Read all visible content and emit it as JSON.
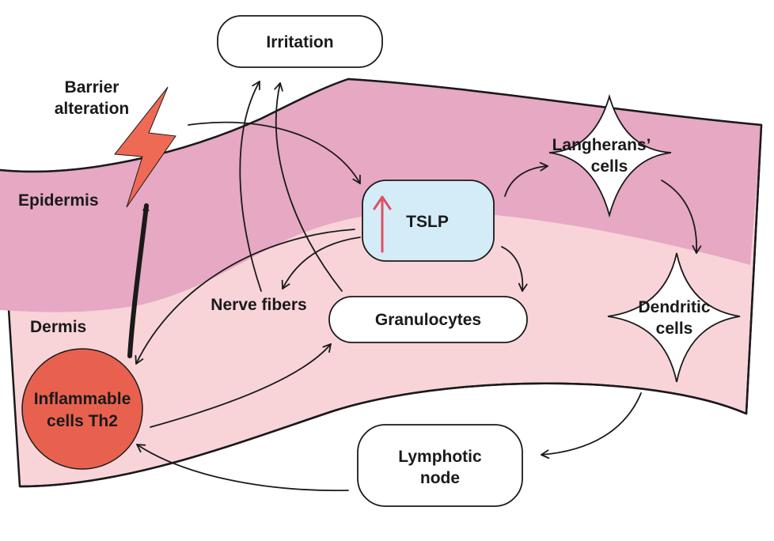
{
  "labels": {
    "irritation": "Irritation",
    "barrier_line1": "Barrier",
    "barrier_line2": "alteration",
    "epidermis": "Epidermis",
    "dermis": "Dermis",
    "tslp": "TSLP",
    "langherans_line1": "Langherans’",
    "langherans_line2": "cells",
    "nerve_fibers": "Nerve fibers",
    "granulocytes": "Granulocytes",
    "dendritic_line1": "Dendritic",
    "dendritic_line2": "cells",
    "inflammable_line1": "Inflammable",
    "inflammable_line2": "cells Th2",
    "lymphotic_line1": "Lymphotic",
    "lymphotic_line2": "node"
  },
  "colors": {
    "epidermis": "#e6a8c3",
    "dermis": "#f8d4d8",
    "tslp_box": "#d4ecf8",
    "tslp_up_arrow": "#e05060",
    "lightning": "#ef6a55",
    "inflammable_cell": "#e8614e",
    "outline": "#1a1a1a"
  },
  "icons": {
    "lightning": "lightning-bolt-icon",
    "up_arrow": "up-arrow-icon"
  }
}
